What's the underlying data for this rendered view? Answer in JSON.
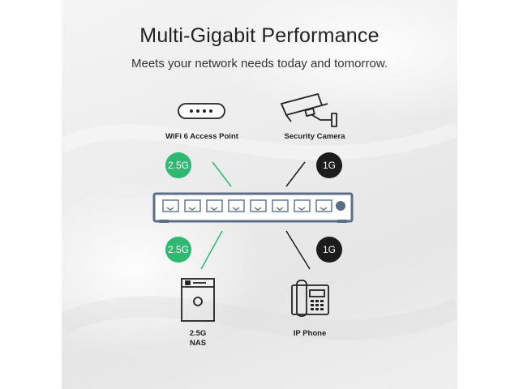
{
  "header": {
    "title": "Multi-Gigabit Performance",
    "subtitle": "Meets your network needs today and tomorrow."
  },
  "devices": {
    "access_point": {
      "label": "WiFi 6 Access Point",
      "speed": "2.5G",
      "speed_color": "#2eb872"
    },
    "camera": {
      "label": "Security Camera",
      "speed": "1G",
      "speed_color": "#1c1c1c"
    },
    "nas": {
      "label_line1": "2.5G",
      "label_line2": "NAS",
      "speed": "2.5G",
      "speed_color": "#2eb872"
    },
    "phone": {
      "label": "IP Phone",
      "speed": "1G",
      "speed_color": "#1c1c1c"
    }
  },
  "switch": {
    "port_count": 8,
    "body_color": "#5a6f86"
  }
}
